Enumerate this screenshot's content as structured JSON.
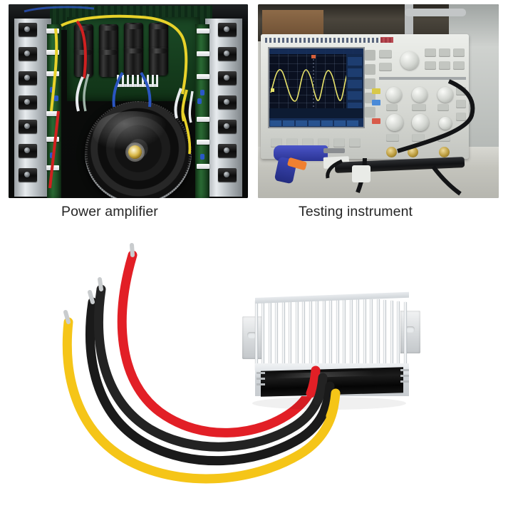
{
  "page": {
    "background_color": "#ffffff",
    "layout": "two photo thumbnails with captions above a large product photo"
  },
  "gallery": {
    "items": [
      {
        "caption": "Power amplifier",
        "alt": "Top-down view of opened audio power amplifier chassis with toroidal transformer, eight black filter capacitors and rows of output transistors on aluminium heatsinks",
        "scene": "power-amplifier-internals"
      },
      {
        "caption": "Testing instrument",
        "alt": "Digital storage oscilloscope on a workbench displaying a yellow ripple waveform, with a blue glue gun and black probes in front",
        "scene": "oscilloscope-workbench"
      }
    ]
  },
  "product": {
    "alt": "DC-DC power converter module with finned aluminium heatsink housing, black potted base and four flying leads",
    "wires": [
      {
        "name": "wire-red",
        "color": "#e21f26"
      },
      {
        "name": "wire-black-1",
        "color": "#1a1a1a"
      },
      {
        "name": "wire-black-2",
        "color": "#1a1a1a"
      },
      {
        "name": "wire-yellow",
        "color": "#f5c518"
      }
    ],
    "housing": {
      "fin_count": 23,
      "fin_color": "#eef1f3",
      "base_color": "#0d0d0d",
      "tab_color": "#e3e6e9"
    }
  },
  "colors": {
    "caption_text": "#262626",
    "page_bg": "#ffffff",
    "scope_screen": "#0a1020",
    "scope_trace": "#e8e36a",
    "pcb_green": "#1b4a26"
  }
}
